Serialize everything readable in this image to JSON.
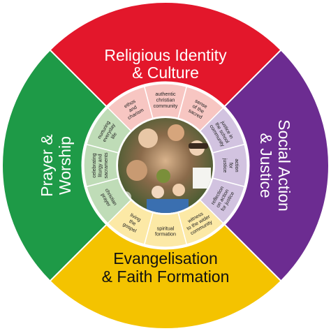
{
  "diagram": {
    "outer_sectors": [
      {
        "key": "top",
        "color": "#E3172B",
        "lines": [
          "Religious Identity",
          "& Culture"
        ],
        "text_color": "#ffffff"
      },
      {
        "key": "right",
        "color": "#6C2C91",
        "lines": [
          "Social Action",
          "& Justice"
        ],
        "text_color": "#ffffff"
      },
      {
        "key": "bottom",
        "color": "#F4C300",
        "lines": [
          "Evangelisation",
          "& Faith Formation"
        ],
        "text_color": "#111111"
      },
      {
        "key": "left",
        "color": "#1E9A47",
        "lines": [
          "Prayer &",
          "Worship"
        ],
        "text_color": "#ffffff"
      }
    ],
    "inner_segments": {
      "top": [
        [
          "ethos",
          "and",
          "charism"
        ],
        [
          "authentic",
          "christian",
          "community"
        ],
        [
          "sense",
          "of the",
          "sacred"
        ]
      ],
      "right": [
        [
          "justice in",
          "the school",
          "community"
        ],
        [
          "action",
          "for",
          "justice"
        ],
        [
          "reflection",
          "on action",
          "for justice"
        ]
      ],
      "bottom": [
        [
          "witness",
          "to the wider",
          "community"
        ],
        [
          "spiritual",
          "formation"
        ],
        [
          "living",
          "the",
          "gospel"
        ]
      ],
      "left": [
        [
          "christian",
          "prayer"
        ],
        [
          "celebrating",
          "liturgy and",
          "sacraments"
        ],
        [
          "nurturing",
          "everyday",
          "life"
        ]
      ]
    },
    "inner_colors": {
      "top": "#F7C6C2",
      "right": "#D2C3E0",
      "bottom": "#FCE9A6",
      "left": "#BFDCB7"
    },
    "center_photo": {
      "description_icon": "photo-collage-icon"
    }
  }
}
